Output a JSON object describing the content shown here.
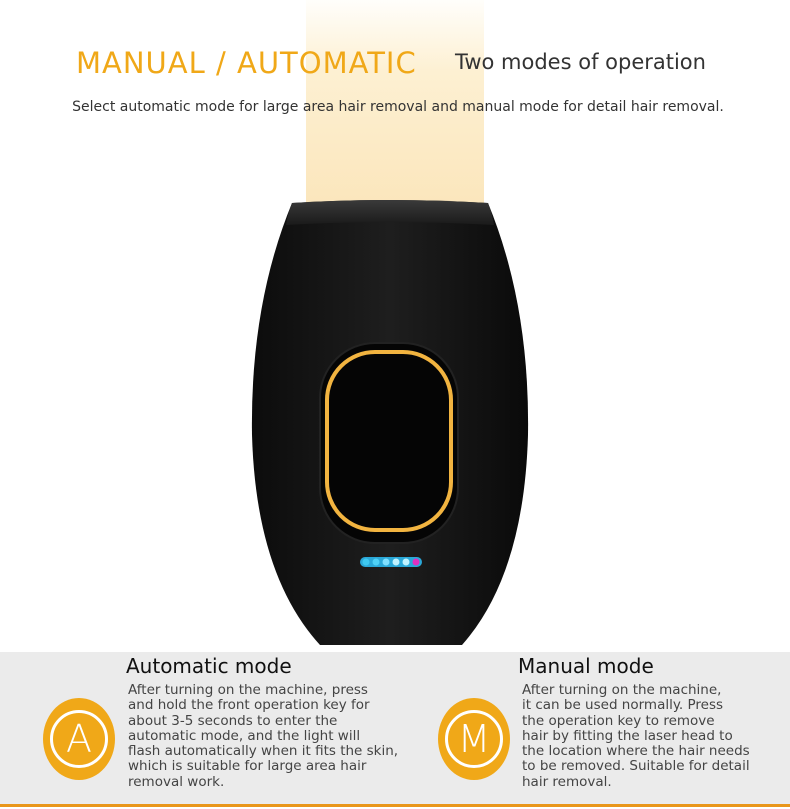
{
  "header": {
    "title": "MANUAL / AUTOMATIC",
    "subtitle": "Two modes of operation",
    "description": "Select automatic mode for large area hair removal and manual mode for detail hair removal."
  },
  "colors": {
    "accent": "#f0a818",
    "rule": "#e9961a",
    "band": "#ebebeb",
    "device": "#111111"
  },
  "device": {
    "indicator_leds": [
      "#3ec8f0",
      "#4fd0f5",
      "#7fe0ff",
      "#bff2ff",
      "#bff2ff",
      "#e030c0"
    ]
  },
  "modes": [
    {
      "icon_letter": "A",
      "icon": "letter-a-circle-icon",
      "title": "Automatic mode",
      "lines": [
        "After turning on the machine, press",
        "and hold the front operation key for",
        "about 3-5 seconds to enter the",
        "automatic mode, and the light will",
        "flash automatically when it fits the skin,",
        "which is suitable for large area hair",
        "removal work."
      ]
    },
    {
      "icon_letter": "M",
      "icon": "letter-m-circle-icon",
      "title": "Manual mode",
      "lines": [
        "After turning on the machine,",
        "it can be used normally. Press",
        "the operation key to remove",
        "hair by fitting the laser head to",
        "the location where the hair needs",
        "to be removed. Suitable for detail",
        "hair removal."
      ]
    }
  ]
}
